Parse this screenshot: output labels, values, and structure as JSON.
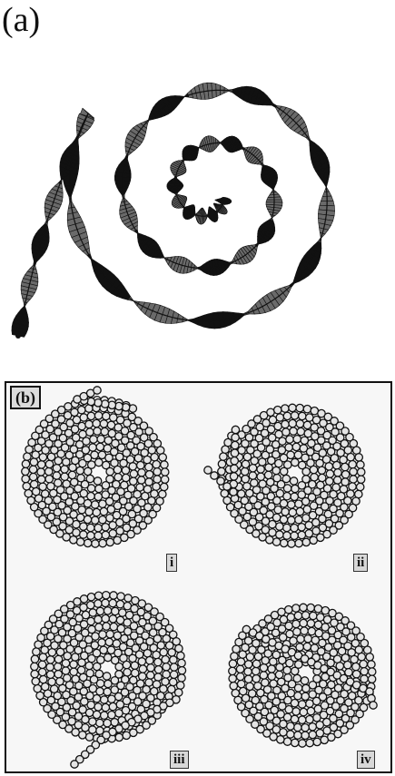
{
  "figure": {
    "panel_a_label": "(a)",
    "panel_b_label": "(b)",
    "subpanels": [
      "i",
      "ii",
      "iii",
      "iv"
    ]
  },
  "colors": {
    "ink": "#111111",
    "bead_fill": "#e4e4e4",
    "background": "#ffffff",
    "panel_bg": "#f7f7f7"
  }
}
